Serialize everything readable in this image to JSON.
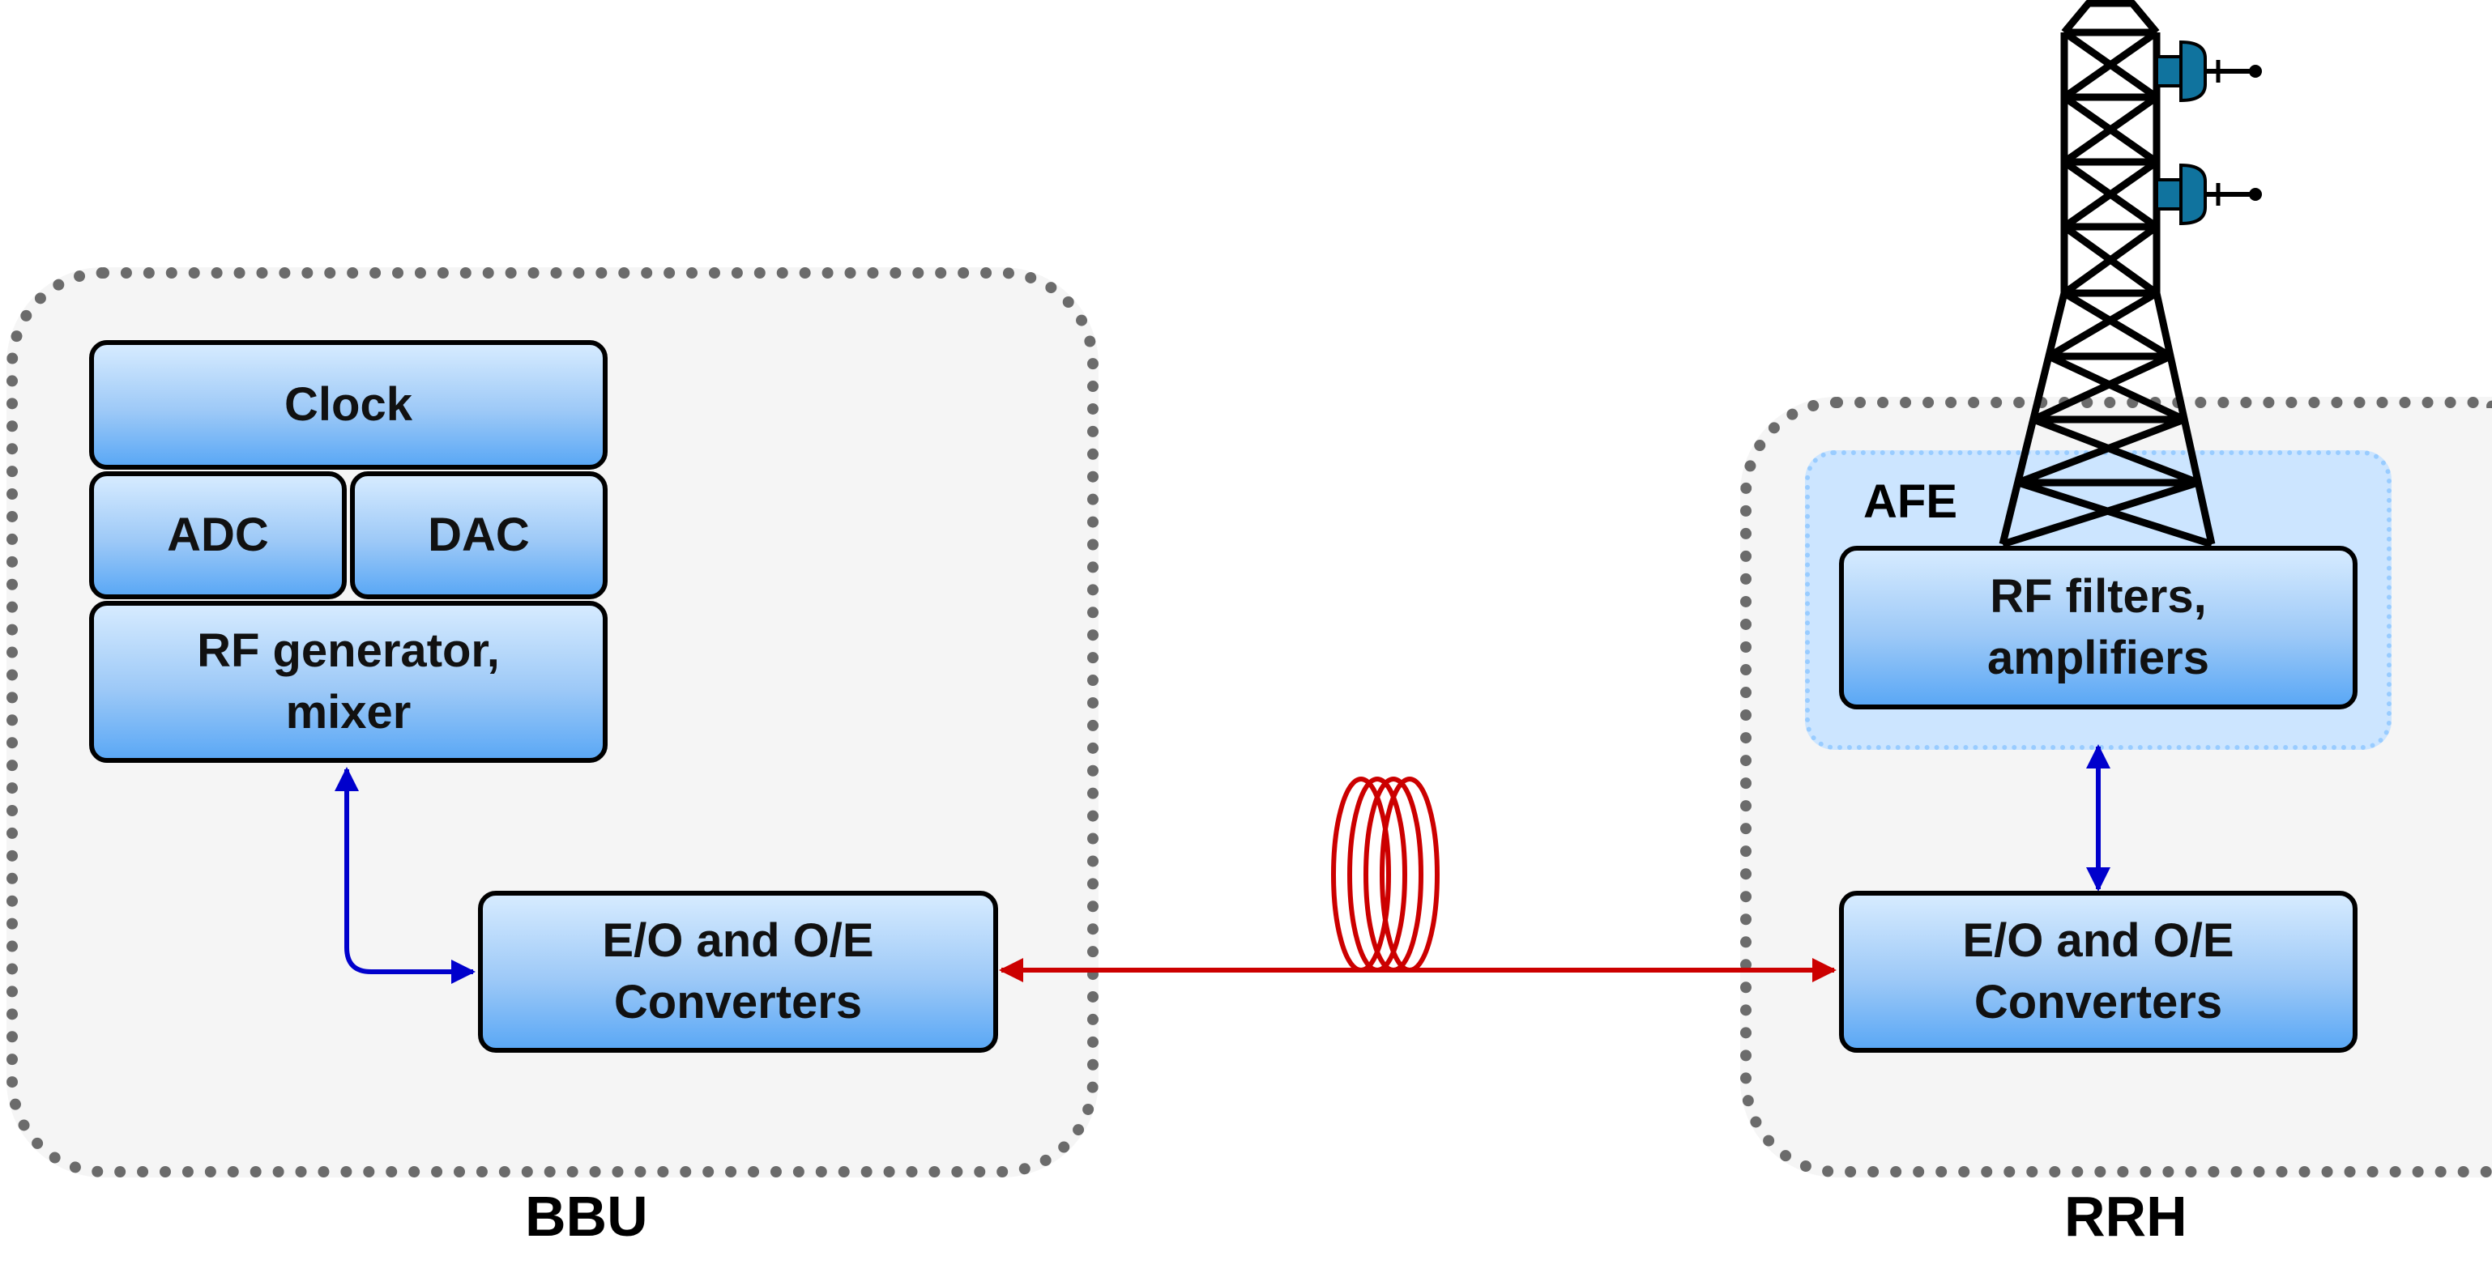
{
  "diagram": {
    "bbu": {
      "label": "BBU",
      "blocks": {
        "clock": "Clock",
        "adc": "ADC",
        "dac": "DAC",
        "rf_generator": "RF generator,\nmixer",
        "converters": "E/O and O/E\nConverters"
      }
    },
    "rrh": {
      "label": "RRH",
      "afe_label": "AFE",
      "blocks": {
        "rf_filters": "RF filters,\namplifiers",
        "converters": "E/O and O/E\nConverters"
      }
    },
    "colors": {
      "electrical_link": "#0000cc",
      "fiber_link": "#cc0000",
      "antenna": "#10739e",
      "group_border": "#6b6b6b",
      "block_top": "#d6ebff",
      "block_bottom": "#5ba8f5"
    },
    "icons": [
      "fiber-coil-icon",
      "cell-tower-icon",
      "antenna-icon"
    ]
  }
}
